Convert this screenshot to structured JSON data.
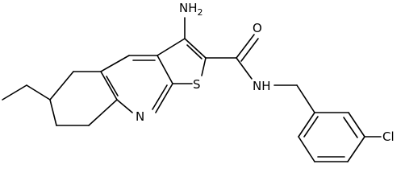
{
  "molecule": {
    "labels": {
      "amino": "NH",
      "amino_sub": "2",
      "carbonyl_o": "O",
      "ring_s": "S",
      "ring_n": "N",
      "amide_nh": "NH",
      "chloro": "Cl"
    }
  },
  "colors": {
    "bond": "#000000",
    "background": "#ffffff"
  }
}
